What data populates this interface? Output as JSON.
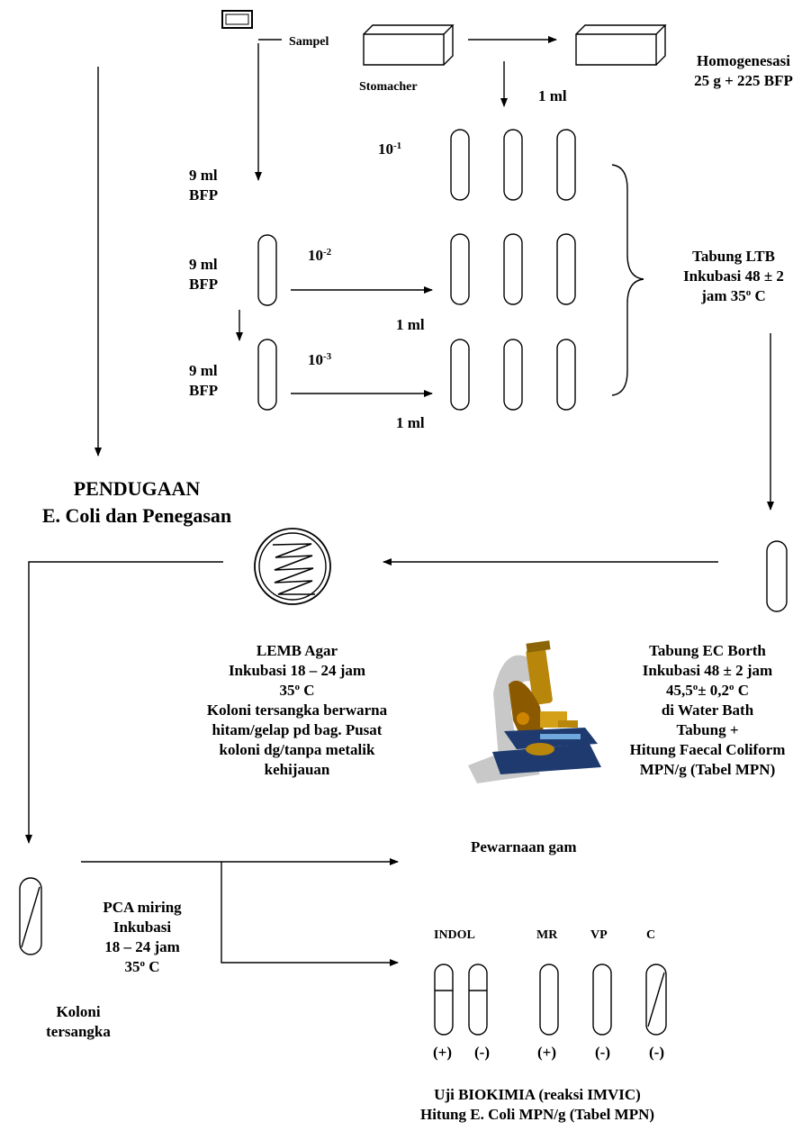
{
  "labels": {
    "sampel": "Sampel",
    "stomacher": "Stomacher",
    "homogenesasi_1": "Homogenesasi",
    "homogenesasi_2": "25 g + 225 BFP",
    "one_ml_top": "1 ml",
    "one_ml_mid": "1 ml",
    "one_ml_low": "1 ml",
    "dil_base": "10",
    "dil_1_exp": "-1",
    "dil_2_exp": "-2",
    "dil_3_exp": "-3",
    "bfp_a_1": "9 ml",
    "bfp_a_2": "BFP",
    "bfp_b_1": "9 ml",
    "bfp_b_2": "BFP",
    "bfp_c_1": "9 ml",
    "bfp_c_2": "BFP",
    "ltb_1": "Tabung LTB",
    "ltb_2": "Inkubasi 48 ± 2",
    "ltb_3": "jam 35",
    "ltb_3_sup": "o",
    "ltb_3_end": " C",
    "pendugaan_1": "PENDUGAAN",
    "pendugaan_2": "E. Coli dan Penegasan",
    "lemb_1": "LEMB Agar",
    "lemb_2": "Inkubasi 18 – 24 jam",
    "lemb_3": "35",
    "lemb_3_sup": "o",
    "lemb_3_end": " C",
    "lemb_4": "Koloni tersangka berwarna",
    "lemb_5": "hitam/gelap pd bag. Pusat",
    "lemb_6": "koloni dg/tanpa metalik",
    "lemb_7": "kehijauan",
    "ec_1": "Tabung EC Borth",
    "ec_2": "Inkubasi 48 ± 2 jam",
    "ec_3a": "45,5",
    "ec_3b": "o",
    "ec_3c": "± 0,2",
    "ec_3d": "o",
    "ec_3e": " C",
    "ec_4": "di Water Bath",
    "ec_5": "Tabung +",
    "ec_6": "Hitung Faecal Coliform",
    "ec_7": "MPN/g (Tabel MPN)",
    "pewarnaan": "Pewarnaan gam",
    "pca_1": "PCA miring",
    "pca_2": "Inkubasi",
    "pca_3": "18 – 24 jam",
    "pca_4": "35",
    "pca_4_sup": "o",
    "pca_4_end": " C",
    "koloni_1": "Koloni",
    "koloni_2": "tersangka",
    "indol": "INDOL",
    "mr": "MR",
    "vp": "VP",
    "c": "C",
    "res_1": "(+)",
    "res_2": "(-)",
    "res_3": "(+)",
    "res_4": "(-)",
    "res_5": "(-)",
    "uji_1": "Uji BIOKIMIA (reaksi IMVIC)",
    "uji_2": "Hitung E. Coli MPN/g (Tabel MPN)"
  },
  "colors": {
    "line": "#000000",
    "microscope_body": "#b8860b",
    "microscope_base": "#1f3a6e",
    "microscope_shadow": "#c8c8c8"
  }
}
